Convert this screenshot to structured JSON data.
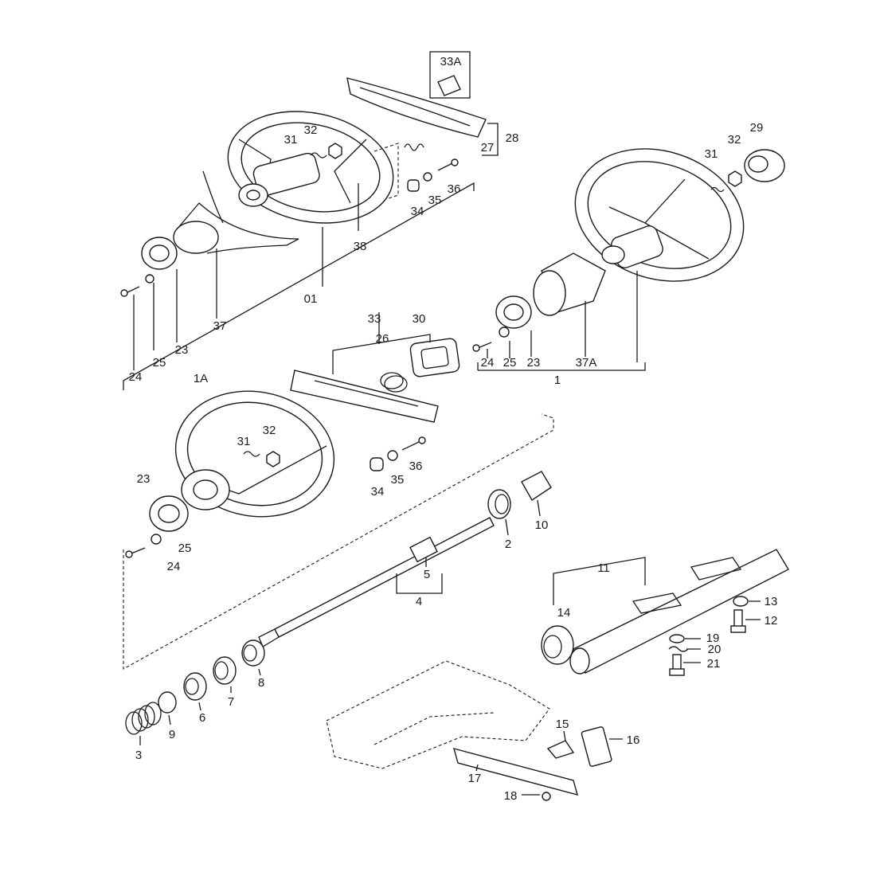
{
  "diagram": {
    "labels": {
      "l01": "01",
      "l1": "1",
      "l1a": "1A",
      "l2": "2",
      "l3": "3",
      "l4": "4",
      "l5": "5",
      "l6": "6",
      "l7": "7",
      "l8": "8",
      "l9": "9",
      "l10": "10",
      "l11": "11",
      "l12": "12",
      "l13": "13",
      "l14": "14",
      "l15": "15",
      "l16": "16",
      "l17": "17",
      "l18": "18",
      "l19": "19",
      "l20": "20",
      "l21": "21",
      "l23a": "23",
      "l23b": "23",
      "l23c": "23",
      "l24a": "24",
      "l24b": "24",
      "l24c": "24",
      "l25a": "25",
      "l25b": "25",
      "l25c": "25",
      "l26": "26",
      "l27": "27",
      "l28": "28",
      "l29": "29",
      "l30": "30",
      "l31a": "31",
      "l31b": "31",
      "l31c": "31",
      "l32a": "32",
      "l32b": "32",
      "l32c": "32",
      "l33": "33",
      "l33a": "33A",
      "l34a": "34",
      "l34b": "34",
      "l35a": "35",
      "l35b": "35",
      "l36a": "36",
      "l36b": "36",
      "l37": "37",
      "l37a": "37A",
      "l38": "38"
    }
  }
}
